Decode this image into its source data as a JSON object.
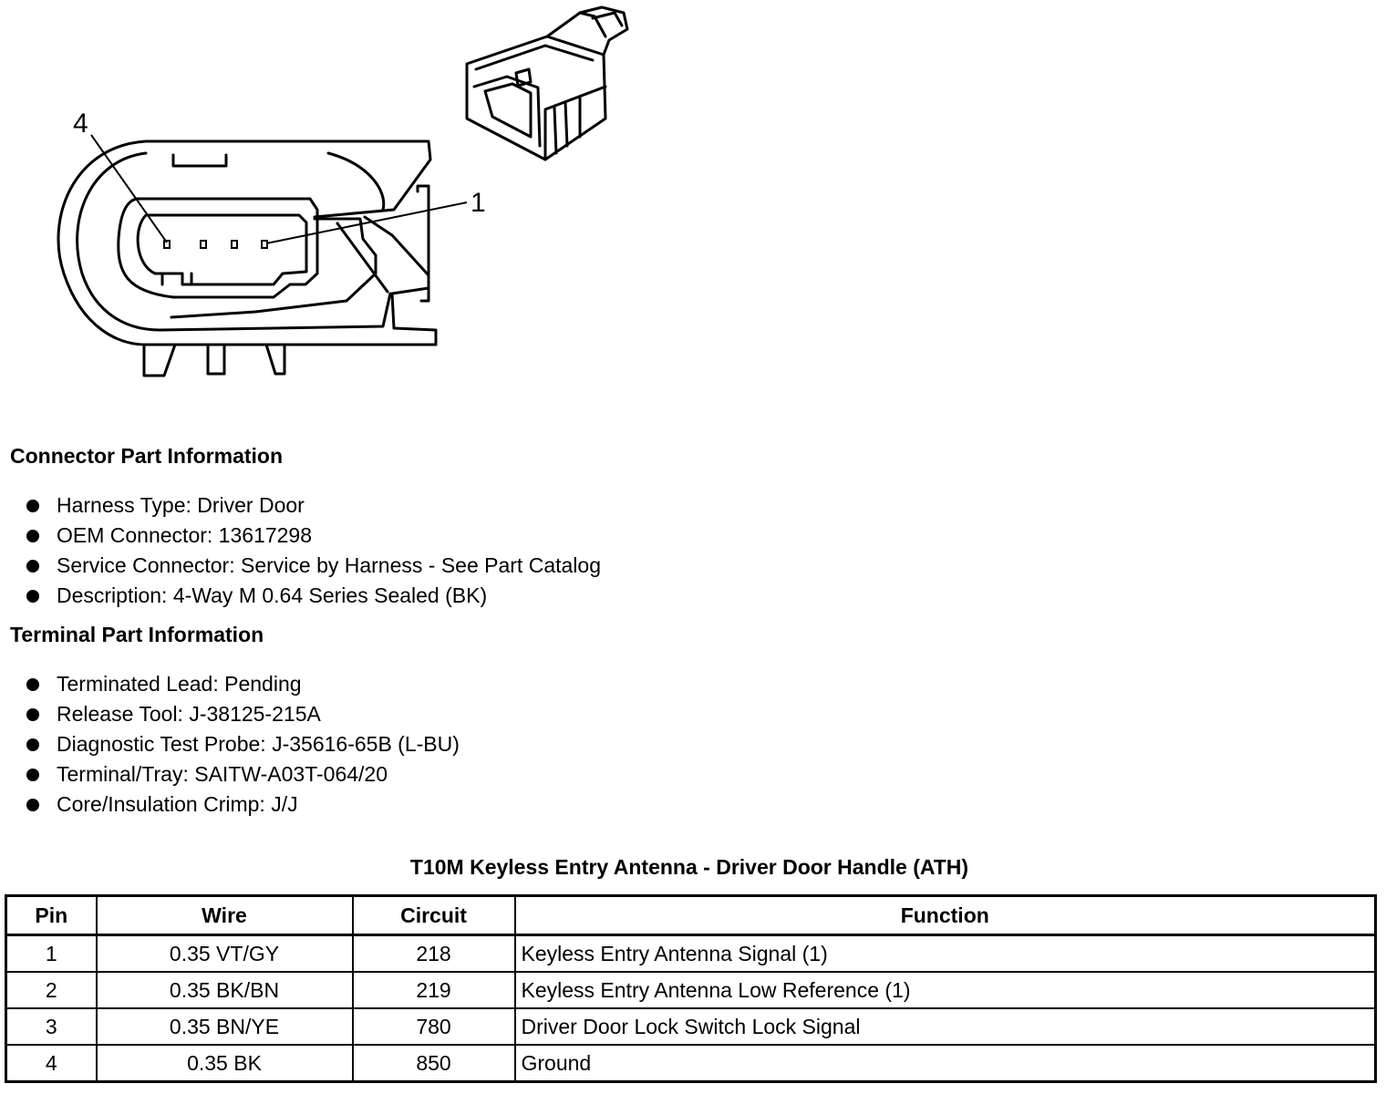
{
  "diagram": {
    "callouts": [
      "4",
      "1"
    ]
  },
  "connector_info": {
    "heading": "Connector Part Information",
    "items": [
      "Harness Type: Driver Door",
      "OEM Connector: 13617298",
      "Service Connector: Service by Harness - See Part Catalog",
      "Description: 4-Way M 0.64 Series Sealed (BK)"
    ]
  },
  "terminal_info": {
    "heading": "Terminal Part Information",
    "items": [
      "Terminated Lead: Pending",
      "Release Tool: J-38125-215A",
      "Diagnostic Test Probe: J-35616-65B (L-BU)",
      "Terminal/Tray: SAITW-A03T-064/20",
      "Core/Insulation Crimp: J/J"
    ]
  },
  "table": {
    "title": "T10M Keyless Entry Antenna - Driver Door Handle (ATH)",
    "headers": [
      "Pin",
      "Wire",
      "Circuit",
      "Function"
    ],
    "rows": [
      [
        "1",
        "0.35 VT/GY",
        "218",
        "Keyless Entry Antenna Signal (1)"
      ],
      [
        "2",
        "0.35 BK/BN",
        "219",
        "Keyless Entry Antenna Low Reference (1)"
      ],
      [
        "3",
        "0.35 BN/YE",
        "780",
        "Driver Door Lock Switch Lock Signal"
      ],
      [
        "4",
        "0.35 BK",
        "850",
        "Ground"
      ]
    ]
  }
}
